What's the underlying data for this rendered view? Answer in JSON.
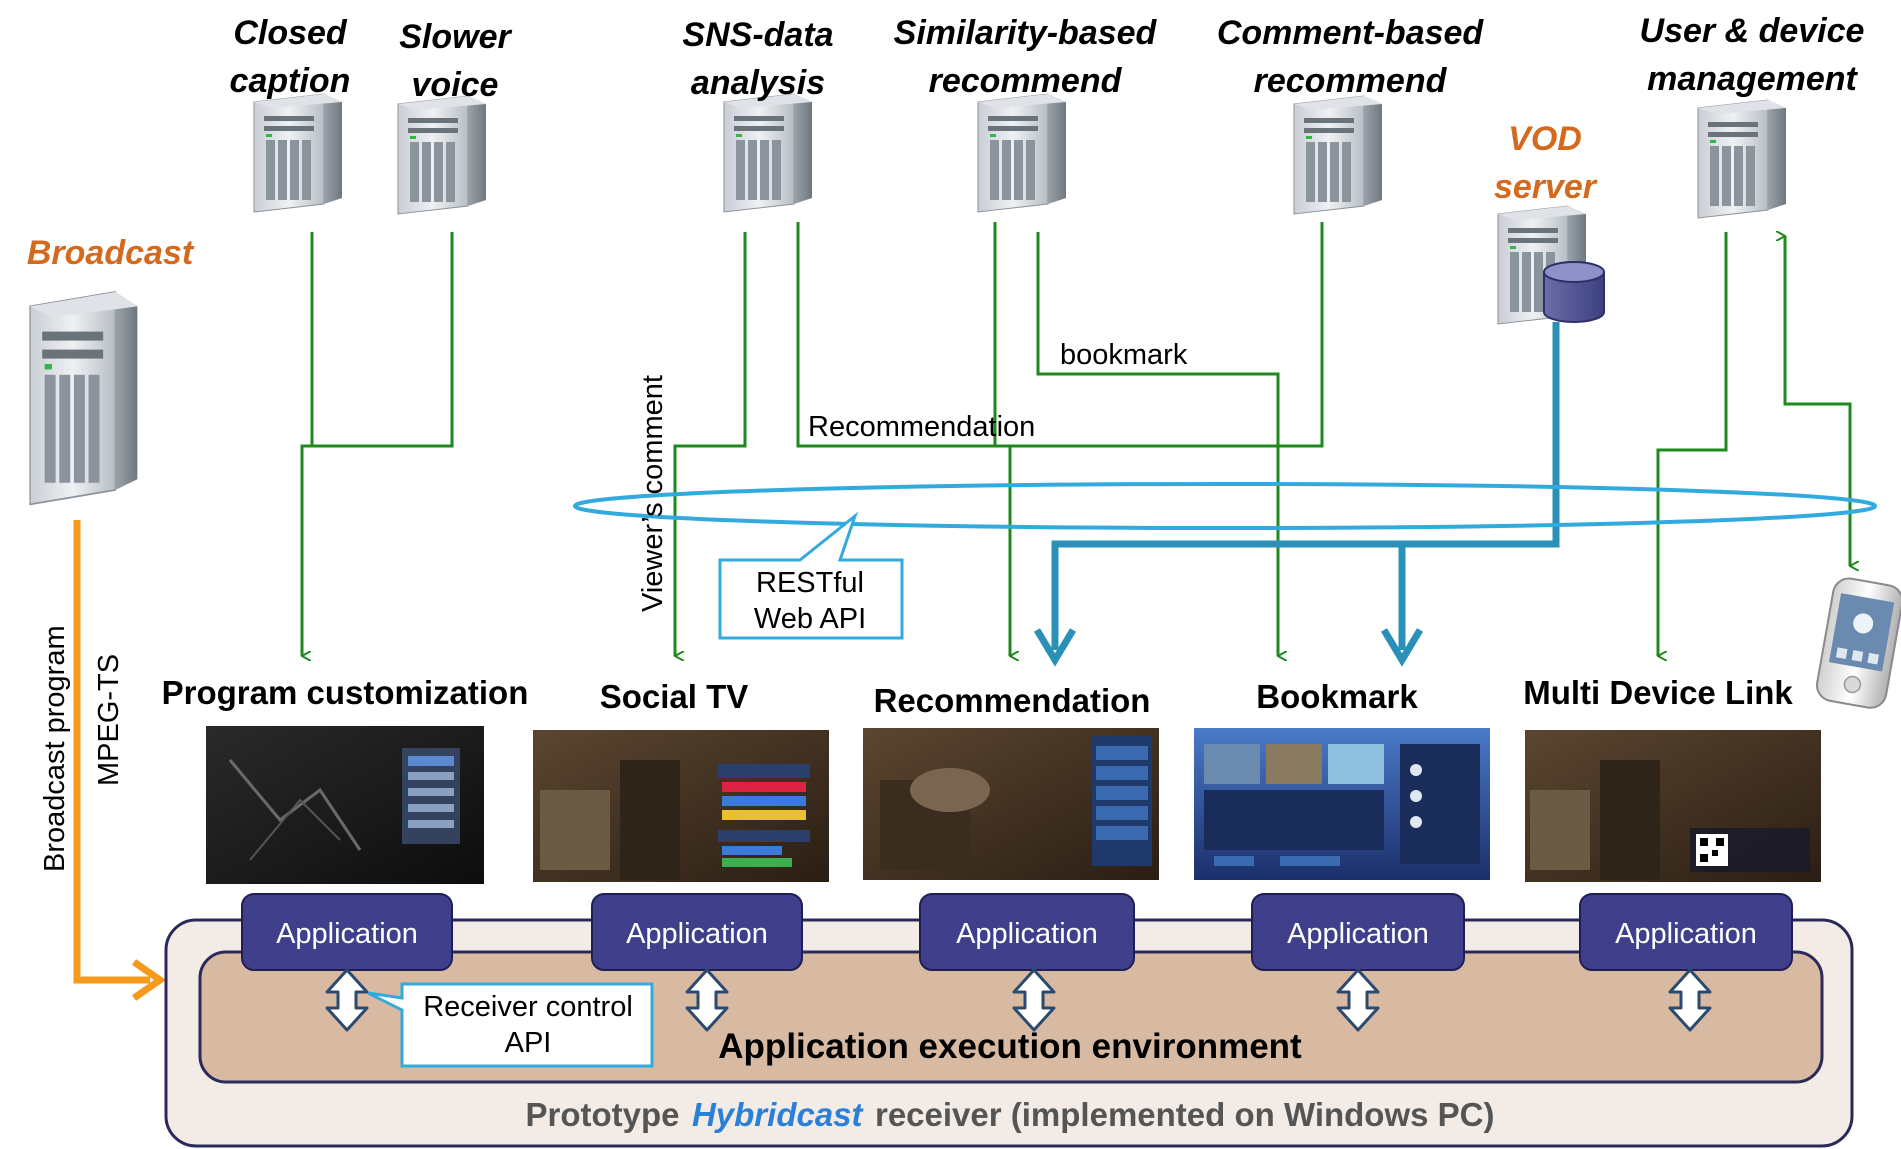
{
  "servers": {
    "closed_caption": [
      "Closed",
      "caption"
    ],
    "slower_voice": [
      "Slower",
      "voice"
    ],
    "sns": [
      "SNS-data",
      "analysis"
    ],
    "similarity": [
      "Similarity-based",
      "recommend"
    ],
    "comment": [
      "Comment-based",
      "recommend"
    ],
    "vod": [
      "VOD",
      "server"
    ],
    "user": [
      "User & device",
      "management"
    ],
    "broadcast": "Broadcast"
  },
  "flows": {
    "broadcast_program": "Broadcast program",
    "mpeg_ts": "MPEG-TS",
    "viewers_comment": "Viewer’s comment",
    "bookmark": "bookmark",
    "recommendation": "Recommendation"
  },
  "callouts": {
    "restful": [
      "RESTful",
      "Web API"
    ],
    "receiver_control": [
      "Receiver control",
      "API"
    ]
  },
  "apps": [
    {
      "title": "Program customization",
      "box": "Application"
    },
    {
      "title": "Social TV",
      "box": "Application"
    },
    {
      "title": "Recommendation",
      "box": "Application"
    },
    {
      "title": "Bookmark",
      "box": "Application"
    },
    {
      "title": "Multi Device Link",
      "box": "Application"
    }
  ],
  "environment": "Application execution environment",
  "receiver": {
    "prefix": "Prototype",
    "brand": "Hybridcast",
    "suffix": "receiver  (implemented on Windows PC)"
  },
  "colors": {
    "green": "#1e8a1e",
    "blue_thick": "#2a90b8",
    "ellipse": "#33aadd",
    "orange": "#f59a1a",
    "app_box": "#3f3f8c",
    "env": "#d8b9a2",
    "receiver": "#f3ebe6"
  },
  "icons": [
    "server-icon",
    "database-icon",
    "smartphone-icon",
    "double-arrow-icon",
    "tv-screenshot"
  ]
}
